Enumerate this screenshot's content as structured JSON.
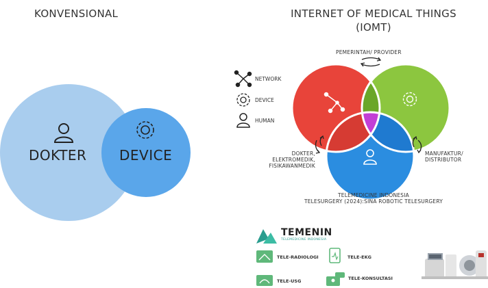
{
  "left": {
    "title": "KONVENSIONAL",
    "dokter_label": "DOKTER",
    "device_label": "DEVICE",
    "colors": {
      "dokter": "#a9cdee",
      "device": "#5aa6ea"
    }
  },
  "right": {
    "title_line1": "INTERNET OF MEDICAL THINGS",
    "title_line2": "(IOMT)",
    "top_label": "PEMERINTAH/ PROVIDER",
    "left_label": [
      "DOKTER,",
      "ELEKTROMEDIK,",
      "FISIKAWANMEDIK"
    ],
    "right_label": [
      "MANUFAKTUR/",
      "DISTRIBUTOR"
    ],
    "bottom_label_1": "TELEMEDICINE INDONESIA",
    "bottom_label_2": "TELESURGERY (2024):SINA ROBOTIC TELESURGERY",
    "colors": {
      "network": "#e8443a",
      "device": "#8cc63f",
      "human": "#2b8de0",
      "center": "#c23fd6"
    }
  },
  "legend": [
    {
      "icon": "network-icon",
      "label": "NETWORK"
    },
    {
      "icon": "device-gear-icon",
      "label": "DEVICE"
    },
    {
      "icon": "human-icon",
      "label": "HUMAN"
    }
  ],
  "brand": {
    "name": "TEMENIN",
    "subtitle": "TELEMEDICINE INDONESIA"
  },
  "services": [
    {
      "label": "TELE-RADIOLOGI",
      "icon": "xray-icon"
    },
    {
      "label": "TELE-EKG",
      "icon": "ekg-clipboard-icon"
    },
    {
      "label": "TELE-USG",
      "icon": "ultrasound-icon"
    },
    {
      "label": "TELE-KONSULTASI",
      "icon": "consultation-icon"
    }
  ]
}
